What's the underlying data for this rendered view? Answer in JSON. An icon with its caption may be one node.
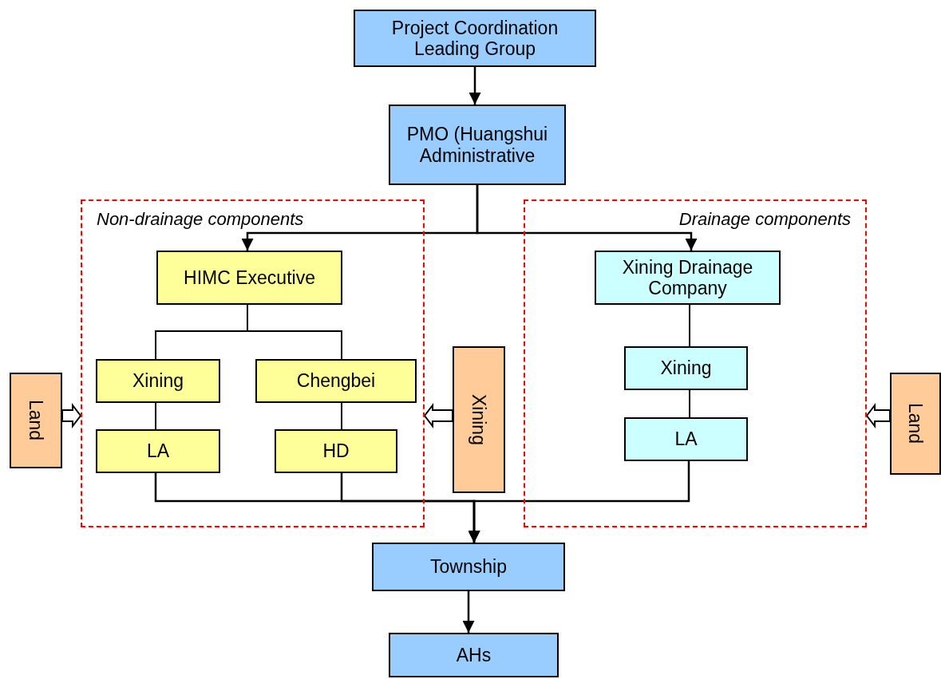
{
  "diagram": {
    "nodes": [
      {
        "text": [
          "Project Coordination Leading Group"
        ]
      },
      {
        "text": [
          "PMO (Huangshui Administrative"
        ]
      },
      {
        "text": [
          "Non-drainage components"
        ]
      },
      {
        "text": [
          "HIMC Executive"
        ],
        "in": 2
      },
      {
        "text": [
          "Xining"
        ],
        "in": 2
      },
      {
        "text": [
          "Chengbei"
        ],
        "in": 2
      },
      {
        "text": [
          "LA"
        ],
        "in": 2
      },
      {
        "text": [
          "HD"
        ],
        "in": 2
      },
      {
        "text": [
          "Drainage components"
        ]
      },
      {
        "text": [
          "Xining Drainage Company"
        ],
        "in": 8
      },
      {
        "text": [
          "Xining"
        ],
        "in": 8
      },
      {
        "text": [
          "LA"
        ],
        "in": 8
      },
      {
        "text": [
          "Land"
        ]
      },
      {
        "text": [
          "Xining"
        ]
      },
      {
        "text": [
          "Land"
        ]
      },
      {
        "text": [
          "Township"
        ]
      },
      {
        "text": [
          "AHs"
        ]
      }
    ],
    "edges": [
      {
        "from": 0,
        "to": 1,
        "arrow": "to"
      },
      {
        "from": 1,
        "to": 3,
        "arrow": "to"
      },
      {
        "from": 1,
        "to": 9,
        "arrow": "to"
      },
      {
        "from": 3,
        "to": 4,
        "arrow": "none"
      },
      {
        "from": 3,
        "to": 5,
        "arrow": "none"
      },
      {
        "from": 4,
        "to": 6,
        "arrow": "none"
      },
      {
        "from": 5,
        "to": 7,
        "arrow": "none"
      },
      {
        "from": 9,
        "to": 10,
        "arrow": "none"
      },
      {
        "from": 10,
        "to": 11,
        "arrow": "none"
      },
      {
        "from": 6,
        "to": 15,
        "arrow": "to"
      },
      {
        "from": 7,
        "to": 15,
        "arrow": "to"
      },
      {
        "from": 11,
        "to": 15,
        "arrow": "to"
      },
      {
        "from": 12,
        "to": 2,
        "arrow": "to",
        "style": "thick"
      },
      {
        "from": 13,
        "to": 2,
        "arrow": "to",
        "style": "thick"
      },
      {
        "from": 14,
        "to": 8,
        "arrow": "to",
        "style": "thick"
      },
      {
        "from": 15,
        "to": 16,
        "arrow": "to"
      }
    ]
  }
}
